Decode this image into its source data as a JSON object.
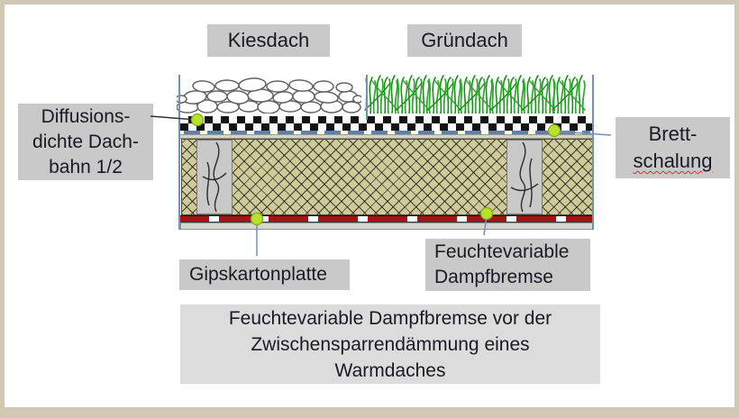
{
  "diagram": {
    "section_labels": {
      "kiesdach": "Kiesdach",
      "gruendach": "Gründach"
    },
    "callouts": {
      "membrane": "Diffusions-\ndichte Dach-\nbahn 1/2",
      "sheathing_line1": "Brett-",
      "sheathing_line2": "schalung",
      "gypsum": "Gipskartonplatte",
      "vapour_barrier": "Feuchtevariable\nDampfbremse"
    },
    "caption": "Feuchtevariable Dampfbremse vor der\nZwischensparrendämmung eines\nWarmdaches"
  },
  "colors": {
    "frame": "#d0c8b4",
    "label-bg": "#c9c9c9",
    "caption-bg": "#dcdcdc",
    "text": "#1a1a22",
    "layer-blue": "#5b80b5",
    "layer-red": "#a31414",
    "insulation": "#cfca99",
    "rafter": "#c9c9c9",
    "dot": "#b8e02e",
    "dot-edge": "#86ac16",
    "connector-blue": "#7191bd",
    "grass": "#28a228",
    "stone-outline": "#636363",
    "spellcheck-red": "#cc3333"
  }
}
